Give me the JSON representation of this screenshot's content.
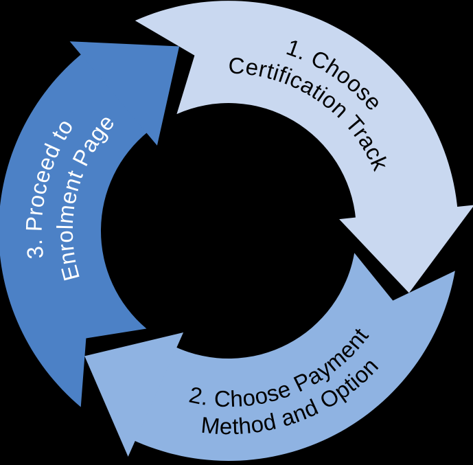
{
  "background_color": "#000000",
  "diagram": {
    "type": "cycle-arrows",
    "direction": "clockwise",
    "step_count": 3,
    "steps": [
      {
        "order": "1",
        "position": "top-right",
        "label": "1. Choose Certification Track",
        "line1": "1. Choose",
        "line2": "Certification Track",
        "fill": "#C9D8F0",
        "text_color": "#000000"
      },
      {
        "order": "2",
        "position": "bottom",
        "label": "2. Choose Payment Method and Option",
        "line1": "2. Choose Payment",
        "line2": "Method and Option",
        "fill": "#8FB3E2",
        "text_color": "#000000"
      },
      {
        "order": "3",
        "position": "left",
        "label": "3. Proceed to Enrolment Page",
        "line1": "3. Proceed to",
        "line2": "Enrolment Page",
        "fill": "#4C81C6",
        "text_color": "#FFFFFF"
      }
    ]
  }
}
